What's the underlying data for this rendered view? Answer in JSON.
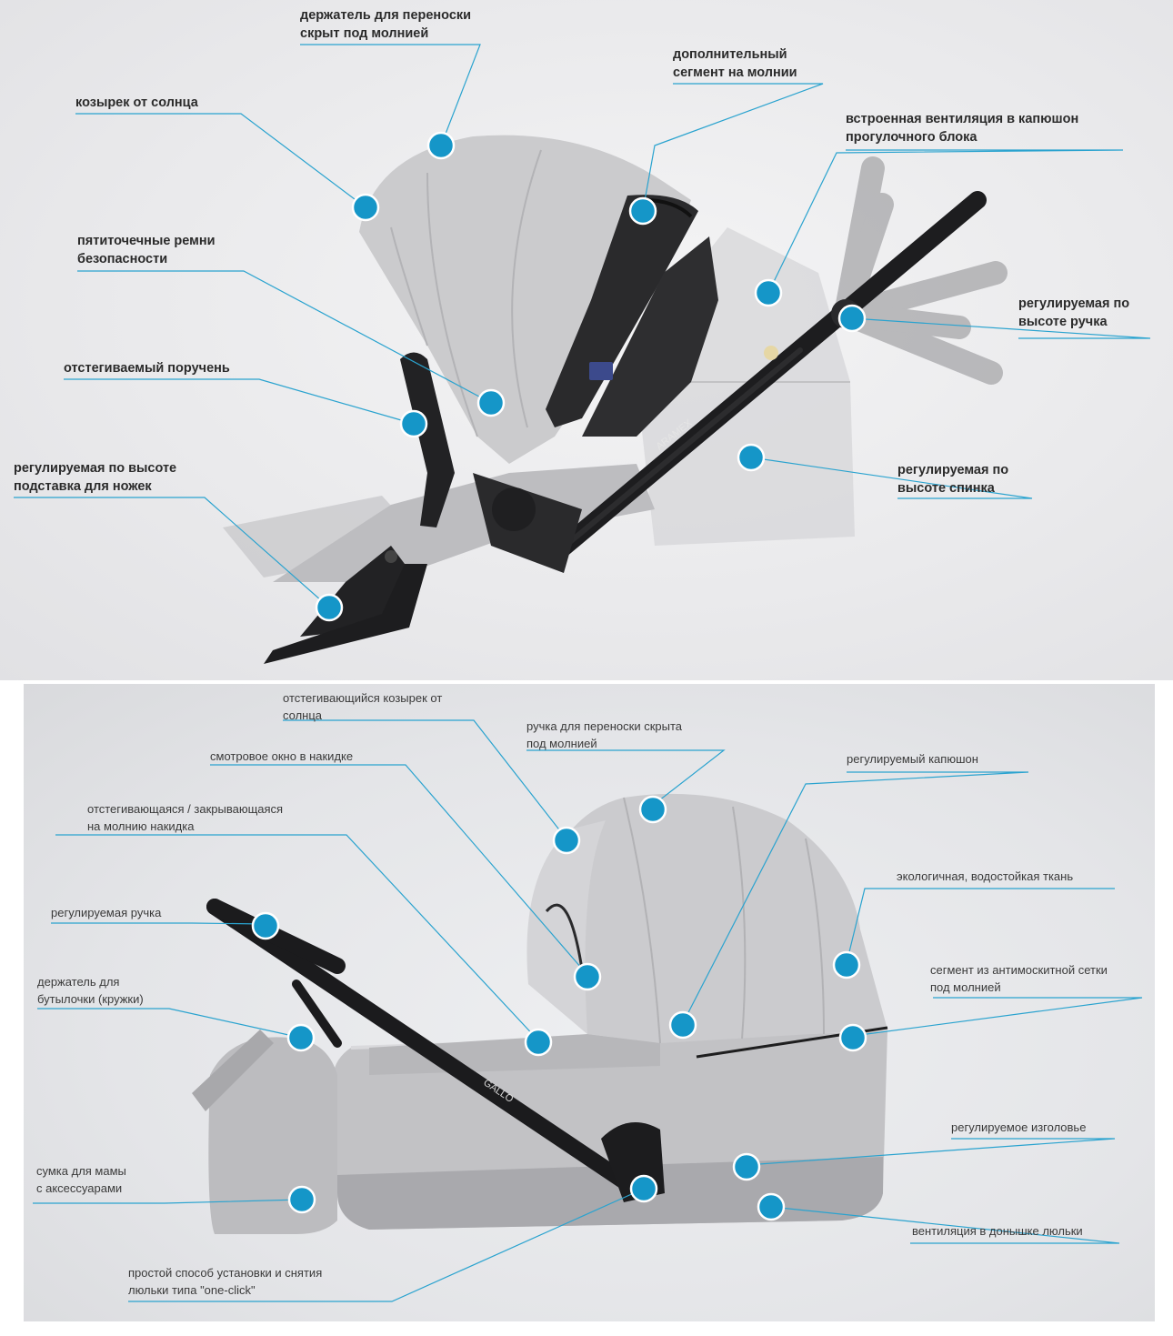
{
  "top_labels": [
    {
      "id": "carry-holder",
      "line1": "держатель для переноски",
      "line2": "скрыт под молнией"
    },
    {
      "id": "extra-segment",
      "line1": "дополнительный",
      "line2": "сегмент на молнии"
    },
    {
      "id": "sun-visor",
      "line1": "козырек от солнца"
    },
    {
      "id": "hood-ventilation",
      "line1": "встроенная вентиляция в капюшон",
      "line2": "прогулочного блока"
    },
    {
      "id": "five-point-belts",
      "line1": "пятиточечные ремни",
      "line2": "безопасности"
    },
    {
      "id": "adjustable-handle",
      "line1": "регулируемая по",
      "line2": "высоте ручка"
    },
    {
      "id": "detachable-bumper",
      "line1": "отстегиваемый поручень"
    },
    {
      "id": "adjustable-backrest",
      "line1": "регулируемая по",
      "line2": "высоте спинка"
    },
    {
      "id": "adjustable-footrest",
      "line1": "регулируемая по высоте",
      "line2": "подставка для ножек"
    }
  ],
  "bottom_labels": [
    {
      "id": "detachable-visor",
      "line1": "отстегивающийся козырек от",
      "line2": "солнца"
    },
    {
      "id": "carry-handle",
      "line1": "ручка для переноски скрыта",
      "line2": "под молнией"
    },
    {
      "id": "viewing-window",
      "line1": "смотровое окно в накидке"
    },
    {
      "id": "adjustable-hood",
      "line1": "регулируемый капюшон"
    },
    {
      "id": "zip-cover",
      "line1": "отстегивающаяся / закрывающаяся",
      "line2": "на молнию накидка"
    },
    {
      "id": "eco-fabric",
      "line1": "экологичная, водостойкая ткань"
    },
    {
      "id": "adjustable-handle-b",
      "line1": "регулируемая ручка"
    },
    {
      "id": "mosquito-net",
      "line1": "сегмент из антимоскитной сетки",
      "line2": "под молнией"
    },
    {
      "id": "bottle-holder",
      "line1": "держатель для",
      "line2": "бутылочки (кружки)"
    },
    {
      "id": "adjustable-headrest",
      "line1": "регулируемое изголовье"
    },
    {
      "id": "mom-bag",
      "line1": "сумка для мамы",
      "line2": "с аксессуарами"
    },
    {
      "id": "bottom-ventilation",
      "line1": "вентиляция в донышке люльки"
    },
    {
      "id": "one-click",
      "line1": "простой способ установки и снятия",
      "line2": "люльки типа \"one-click\""
    }
  ],
  "brand": {
    "frame_text": "ARAMEX",
    "carrycot_text": "GALLO"
  },
  "colors": {
    "accent": "#1596c8",
    "line": "#2aa3cf",
    "fabric": "#c8c8ca",
    "frame": "#1d1d1f"
  }
}
